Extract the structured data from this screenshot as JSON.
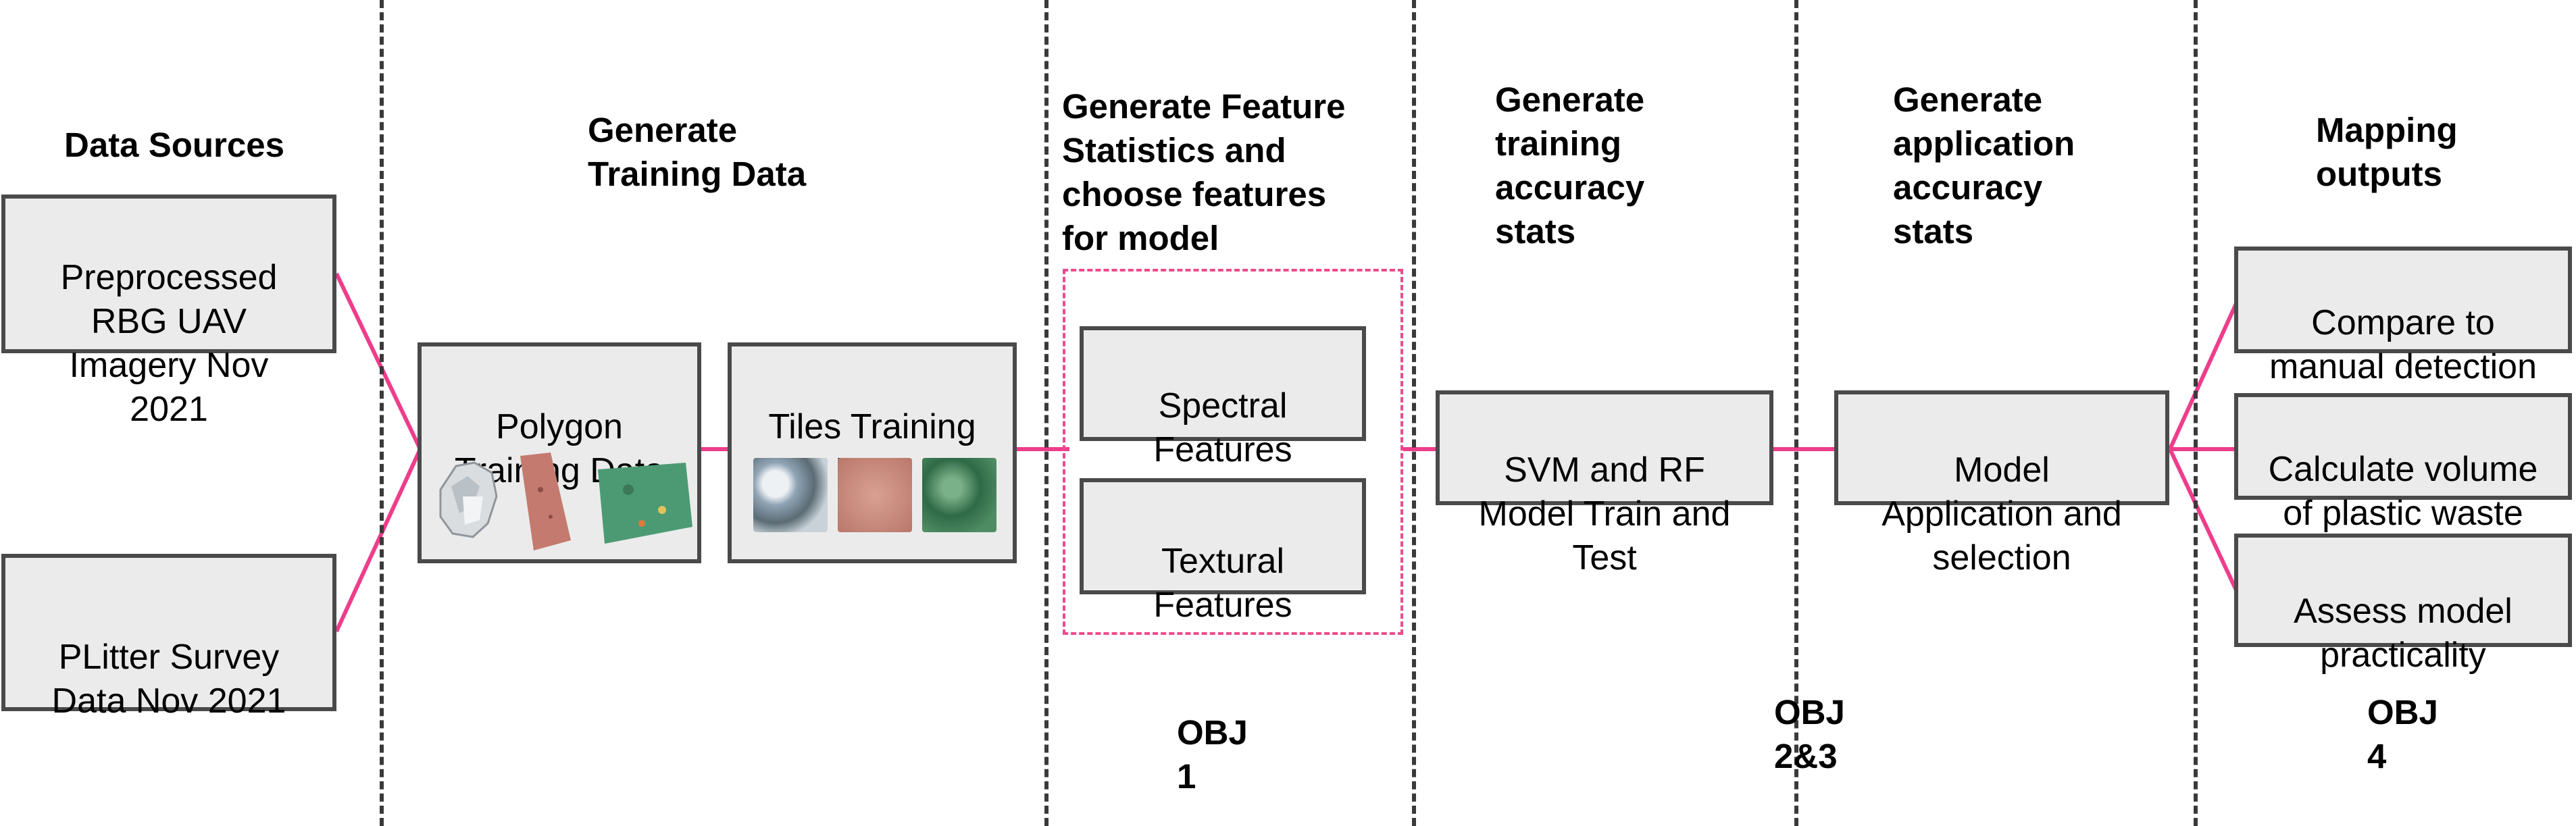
{
  "columns": {
    "data_sources": {
      "heading": "Data Sources"
    },
    "generate_training": {
      "heading": "Generate\nTraining Data"
    },
    "feature_stats": {
      "heading": "Generate Feature\nStatistics and\nchoose features\nfor model"
    },
    "training_accuracy": {
      "heading": "Generate\ntraining\naccuracy\nstats"
    },
    "application_accuracy": {
      "heading": "Generate\napplication\naccuracy\nstats"
    },
    "mapping_outputs": {
      "heading": "Mapping\noutputs"
    }
  },
  "boxes": {
    "uav_imagery": "Preprocessed\nRBG UAV\nImagery Nov\n2021",
    "plitter_survey": "PLitter Survey\nData Nov 2021",
    "polygon_training": "Polygon\nTraining Data",
    "tiles_training": "Tiles Training\nData",
    "spectral_features": "Spectral\nFeatures",
    "textural_features": "Textural\nFeatures",
    "svm_rf": "SVM and RF\nModel Train and\nTest",
    "model_application": "Model\nApplication and\nselection",
    "compare_manual": "Compare to\nmanual detection",
    "calculate_volume": "Calculate volume\nof plastic waste",
    "assess_practicality": "Assess model\npracticality"
  },
  "objectives": {
    "obj1": "OBJ\n1",
    "obj23": "OBJ\n2&3",
    "obj4": "OBJ\n4"
  },
  "colors": {
    "connector": "#ee3d8b",
    "box_fill": "#ebebeb",
    "box_border": "#4a4a4a",
    "divider": "#3a3a3a"
  }
}
